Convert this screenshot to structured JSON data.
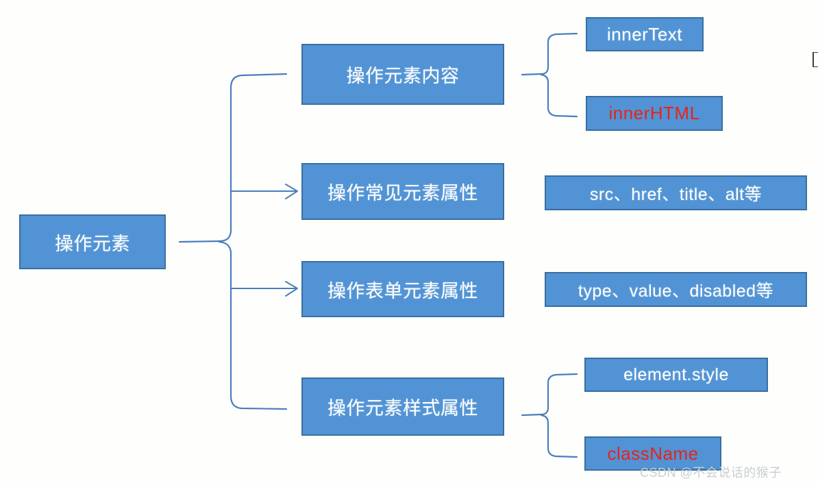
{
  "diagram": {
    "title": "操作元素",
    "root": {
      "label": "操作元素"
    },
    "branches": [
      {
        "label": "操作元素内容",
        "connector": "brace",
        "leaves": [
          {
            "label": "innerText",
            "color": "#ffffff"
          },
          {
            "label": "innerHTML",
            "color": "#E8231A"
          }
        ]
      },
      {
        "label": "操作常见元素属性",
        "connector": "arrow",
        "leaves": [
          {
            "label": "src、href、title、alt等",
            "color": "#ffffff"
          }
        ]
      },
      {
        "label": "操作表单元素属性",
        "connector": "arrow",
        "leaves": [
          {
            "label": "type、value、disabled等",
            "color": "#ffffff"
          }
        ]
      },
      {
        "label": "操作元素样式属性",
        "connector": "brace",
        "leaves": [
          {
            "label": "element.style",
            "color": "#ffffff"
          },
          {
            "label": "className",
            "color": "#E8231A"
          }
        ]
      }
    ]
  },
  "watermark": {
    "text": "CSDN @不会说话的猴子"
  },
  "colors": {
    "node_fill": "#5193D4",
    "node_border": "#3A6E9E",
    "connector": "#4A7EBB",
    "text_white": "#ffffff",
    "text_red": "#E8231A",
    "background": "#fefffd",
    "watermark": "#c9cdd2"
  }
}
